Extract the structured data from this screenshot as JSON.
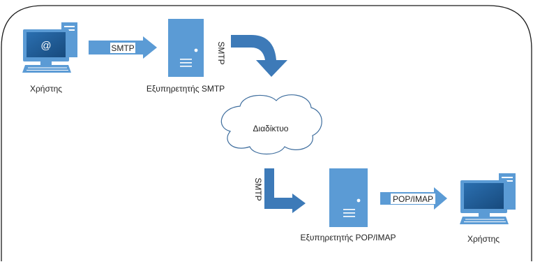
{
  "colors": {
    "border": "#1a1a1a",
    "accent": "#5b9bd5",
    "accent_dark": "#3d7ab8",
    "screen": "#1f5d99",
    "cloud_stroke": "#3f6e9e",
    "text": "#222222"
  },
  "nodes": {
    "sender": {
      "icon": "computer-email-icon",
      "label": "Χρήστης",
      "screen_symbol": "@"
    },
    "smtp_server": {
      "icon": "server-icon",
      "label": "Εξυπηρετητής SMTP"
    },
    "internet": {
      "icon": "cloud-icon",
      "label": "Διαδίκτυο"
    },
    "popimap_server": {
      "icon": "server-icon",
      "label": "Εξυπηρετητής POP/IMAP"
    },
    "receiver": {
      "icon": "computer-icon",
      "label": "Χρήστης"
    }
  },
  "arrows": {
    "user_to_smtp": {
      "label": "SMTP"
    },
    "smtp_to_internet": {
      "label": "SMTP"
    },
    "internet_to_popimap": {
      "label": "SMTP"
    },
    "popimap_to_user": {
      "label": "POP/IMAP"
    }
  }
}
